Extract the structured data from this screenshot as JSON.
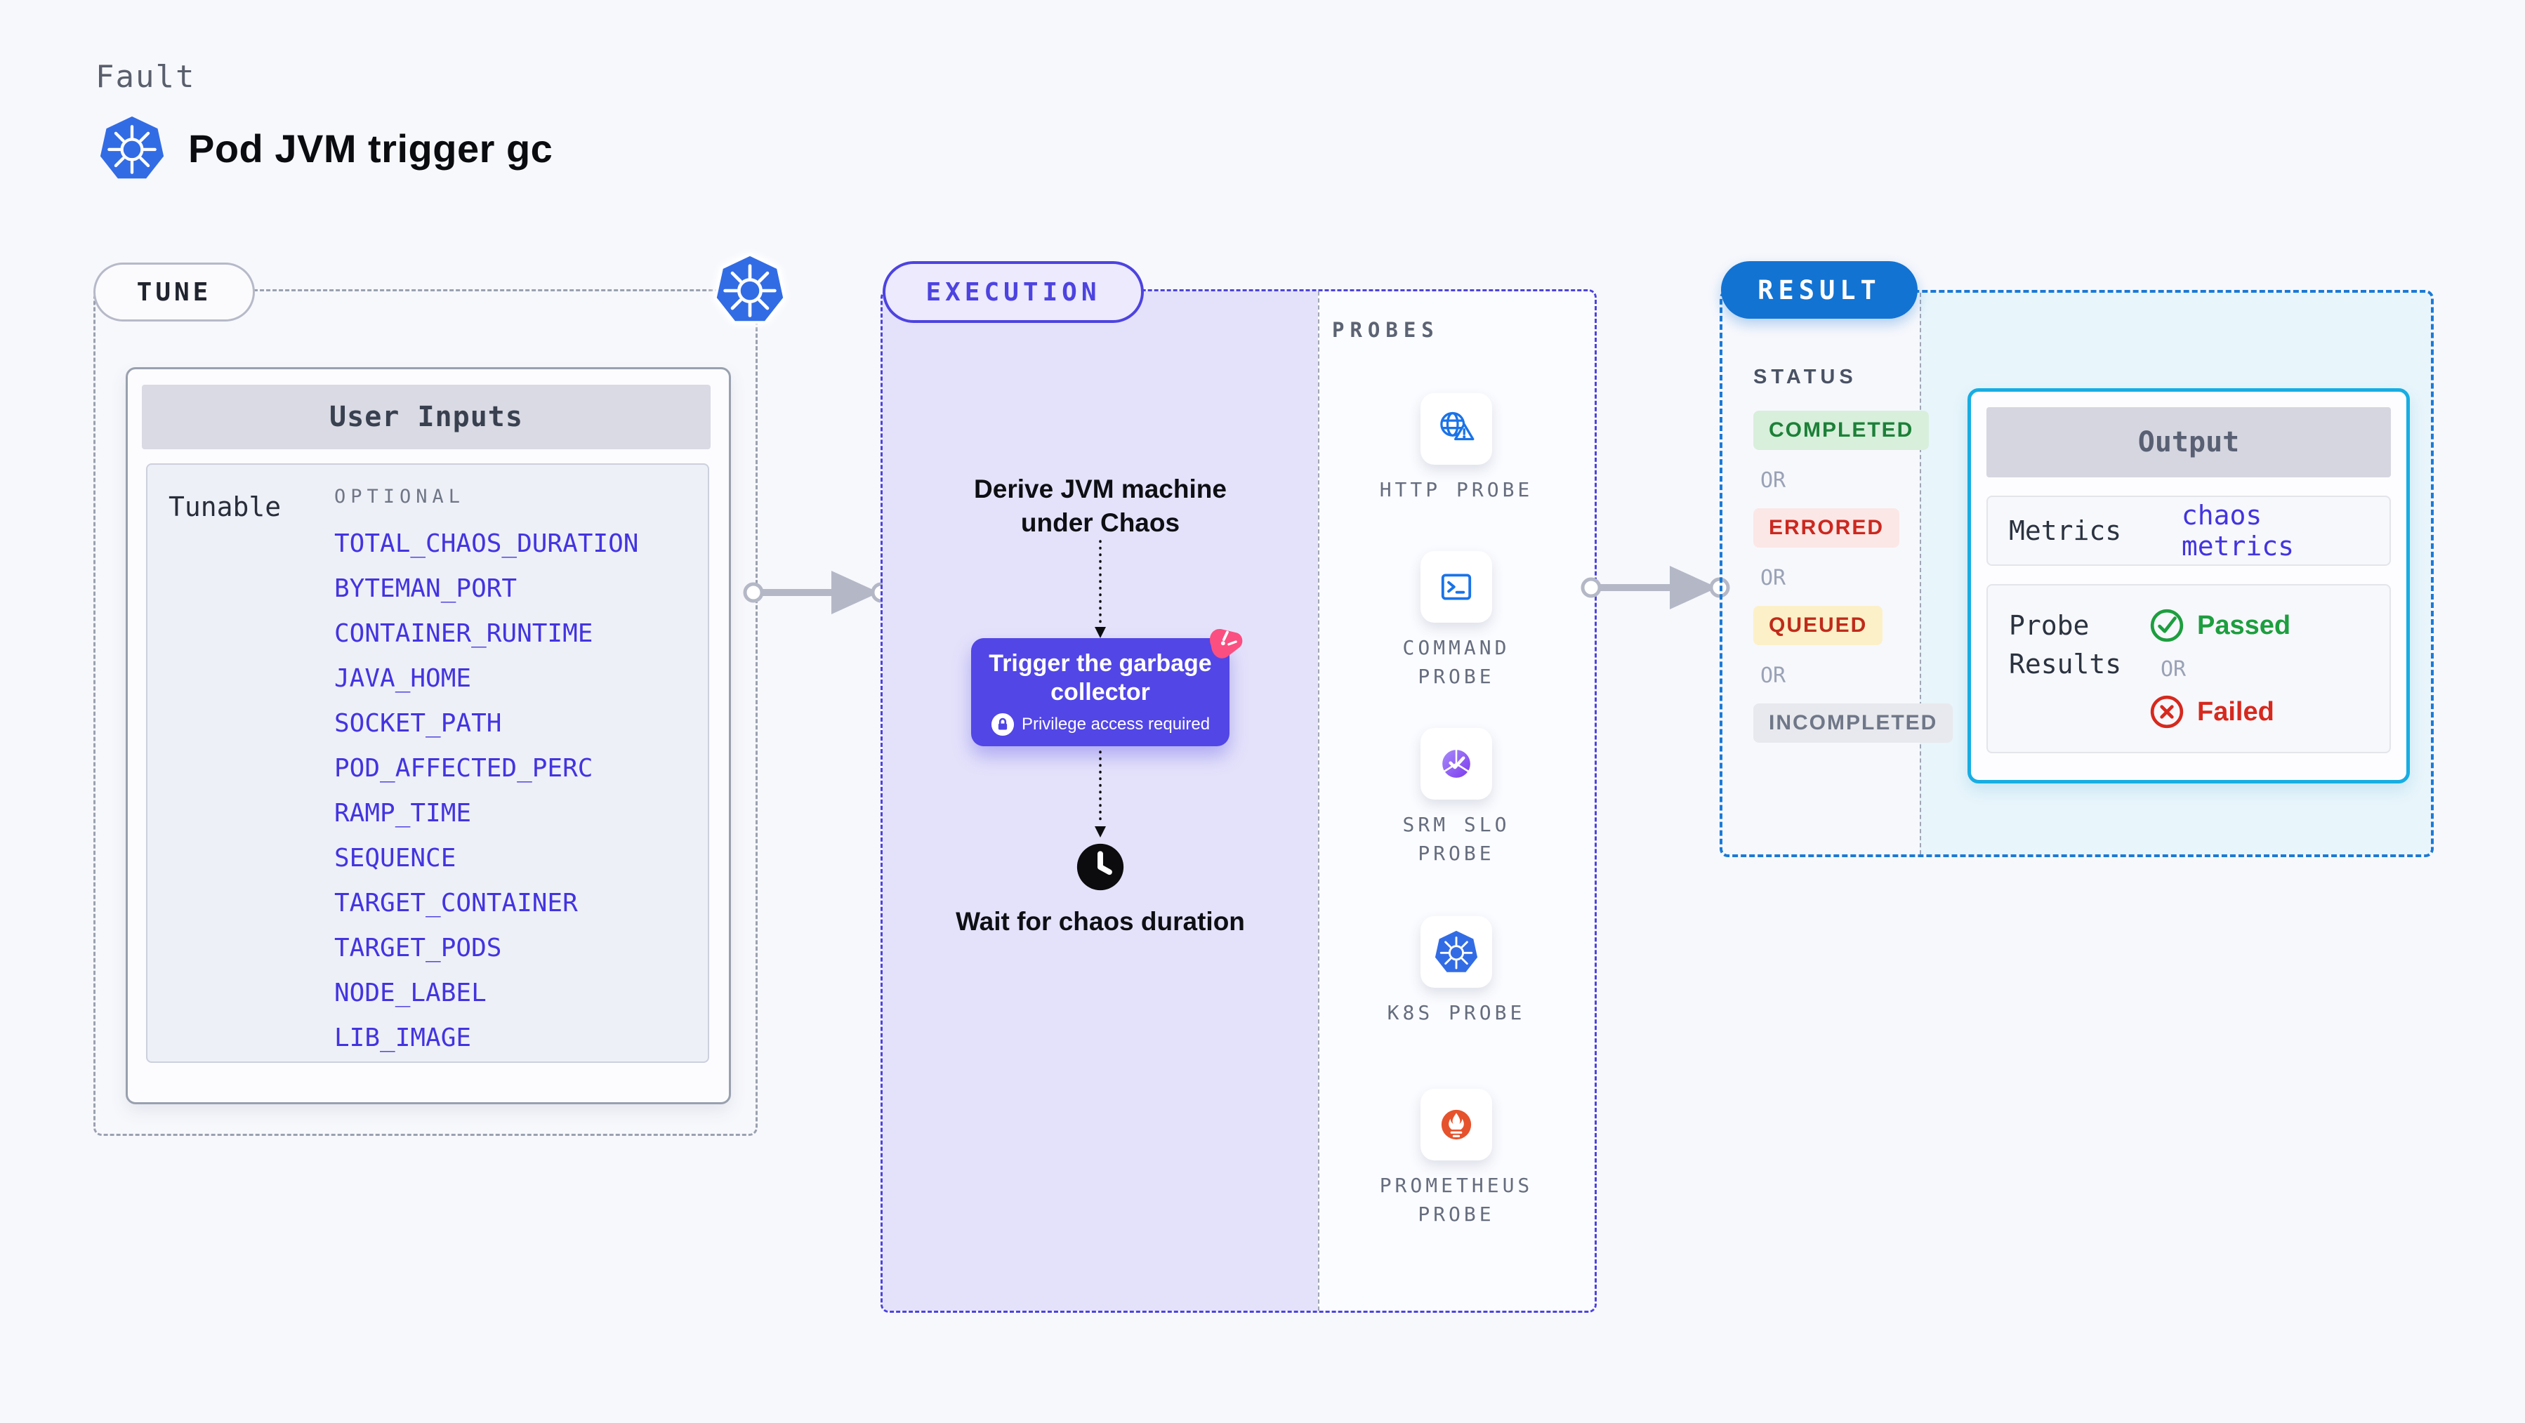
{
  "header": {
    "kicker": "Fault",
    "title": "Pod JVM trigger gc"
  },
  "tune": {
    "badge": "TUNE",
    "card_title": "User Inputs",
    "row_label": "Tunable",
    "column_label": "OPTIONAL",
    "env_vars": [
      "TOTAL_CHAOS_DURATION",
      "BYTEMAN_PORT",
      "CONTAINER_RUNTIME",
      "JAVA_HOME",
      "SOCKET_PATH",
      "POD_AFFECTED_PERC",
      "RAMP_TIME",
      "SEQUENCE",
      "TARGET_CONTAINER",
      "TARGET_PODS",
      "NODE_LABEL",
      "LIB_IMAGE"
    ]
  },
  "execution": {
    "badge": "EXECUTION",
    "step_derive": "Derive JVM machine under Chaos",
    "trigger": {
      "title": "Trigger the garbage collector",
      "note": "Privilege access required"
    },
    "step_wait": "Wait for chaos duration"
  },
  "probes": {
    "label": "PROBES",
    "items": [
      {
        "label": "HTTP PROBE",
        "icon": "globe-warning-icon"
      },
      {
        "label": "COMMAND PROBE",
        "icon": "terminal-icon"
      },
      {
        "label": "SRM SLO PROBE",
        "icon": "slo-check-icon"
      },
      {
        "label": "K8S PROBE",
        "icon": "kubernetes-icon"
      },
      {
        "label": "PROMETHEUS PROBE",
        "icon": "prometheus-icon"
      }
    ]
  },
  "result": {
    "badge": "RESULT",
    "status_label": "STATUS",
    "statuses": [
      "COMPLETED",
      "ERRORED",
      "QUEUED",
      "INCOMPLETED"
    ],
    "or_label": "OR",
    "output": {
      "title": "Output",
      "metrics_label": "Metrics",
      "metrics_value": "chaos metrics",
      "probe_results_label": "Probe Results",
      "passed_label": "Passed",
      "or_label": "OR",
      "failed_label": "Failed"
    }
  },
  "colors": {
    "accent_indigo": "#4d43e0",
    "accent_blue": "#1273d3",
    "accent_cyan": "#17ade3",
    "execution_bg": "#e4e2fa",
    "result_bg": "#e8f5fb",
    "link_indigo": "#4334e0",
    "passed_green": "#1d9e3f",
    "failed_red": "#d6291e",
    "completed_green": "#1c8038",
    "errored_red": "#cb281f",
    "queued_amber_bg": "#fcf0c8",
    "pink_accent": "#fb4f81",
    "kubernetes_blue": "#326ce5",
    "prometheus_orange": "#e6522c",
    "probe_icon_blue": "#1a73e8",
    "srm_purple": "#8b5cf6"
  }
}
